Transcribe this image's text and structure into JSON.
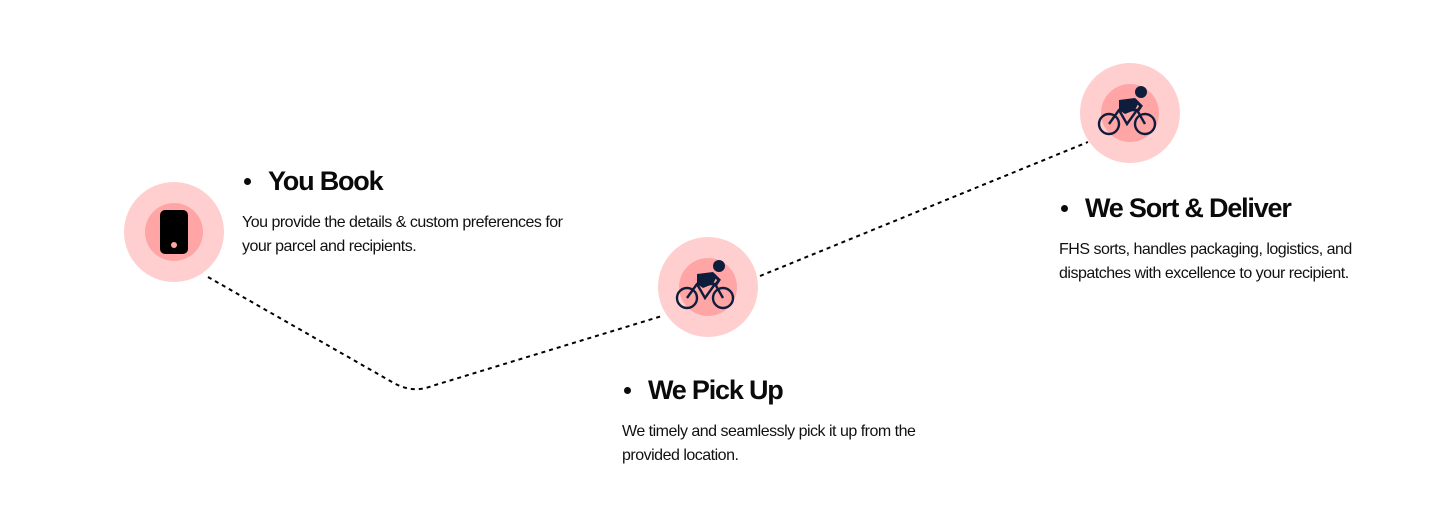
{
  "colors": {
    "outer_circle": "#ffcfcf",
    "inner_circle": "#ffa5a5",
    "icon_phone": "#000000",
    "icon_phone_dot": "#ffa5a5",
    "icon_cyclist": "#0f1d3d",
    "path": "#000000"
  },
  "steps": [
    {
      "icon": "phone-icon",
      "title": "You Book",
      "description_line1": "You provide the details & custom preferences for",
      "description_line2": "your parcel and recipients."
    },
    {
      "icon": "cyclist-icon",
      "title": "We Pick Up",
      "description_line1": "We timely and seamlessly pick it up from the",
      "description_line2": "provided location."
    },
    {
      "icon": "cyclist-icon",
      "title": "We Sort & Deliver",
      "description_line1": "FHS sorts, handles packaging, logistics, and",
      "description_line2": "dispatches with excellence to your recipient."
    }
  ]
}
